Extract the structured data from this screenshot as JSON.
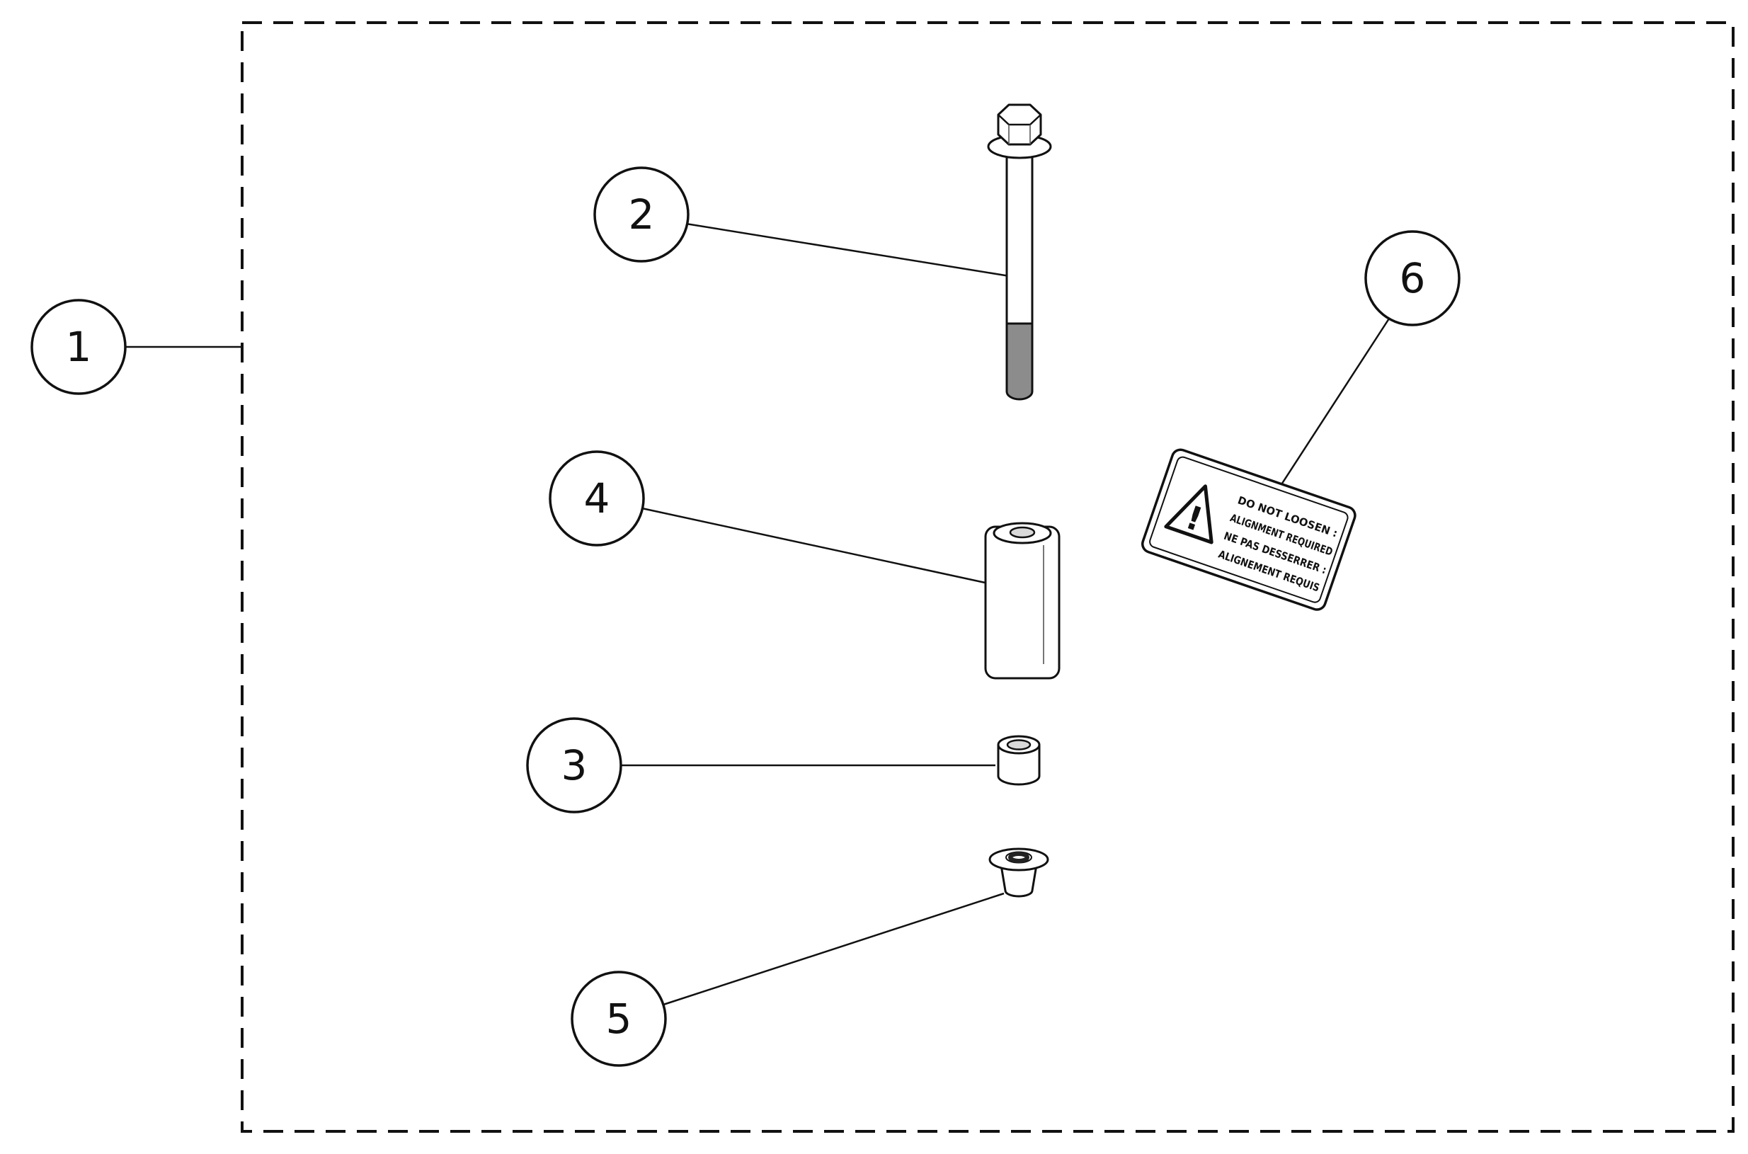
{
  "diagram": {
    "callouts": [
      {
        "number": "1"
      },
      {
        "number": "2"
      },
      {
        "number": "3"
      },
      {
        "number": "4"
      },
      {
        "number": "5"
      },
      {
        "number": "6"
      }
    ],
    "warning_label": {
      "symbol": "!",
      "lines": [
        "DO NOT LOOSEN :",
        "ALIGNMENT REQUIRED",
        "NE PAS DESSERRER :",
        "ALIGNEMENT REQUIS"
      ]
    },
    "colors": {
      "line": "#111111",
      "thread_fill": "#8c8c8c",
      "hole_fill": "#d9d9d9",
      "background": "#ffffff"
    }
  }
}
